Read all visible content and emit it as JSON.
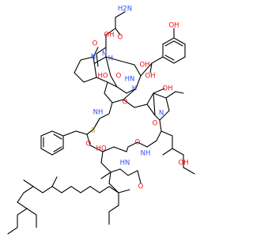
{
  "molecule": {
    "colors": {
      "bond": "#000000",
      "oxygen": "#ff0d0d",
      "nitrogen": "#3050f8",
      "sulfur": "#b8a000",
      "background": "#ffffff"
    },
    "atoms": {
      "h2n": "H2N",
      "o_amide": "O",
      "oh_top1": "OH",
      "o_ring_top": "O",
      "n_top": "N",
      "h_top": "H",
      "oh_phenol": "OH",
      "oh_mid1": "OH",
      "oh_mid2": "OH",
      "n_left": "N",
      "ho_left": "HO",
      "o_left": "O",
      "hn_mid": "HN",
      "h_mid": "H",
      "oh_right1": "OH",
      "n_right": "N",
      "o_right": "O",
      "o_center": "O",
      "nh_left": "NH",
      "s_label": "S",
      "o_sulfoxide": "O",
      "ho_lower": "HO",
      "o_lower": "O",
      "nh_lower": "NH",
      "oh_lower_right": "OH",
      "hn_bottom": "HN",
      "o_bottom": "O"
    }
  }
}
